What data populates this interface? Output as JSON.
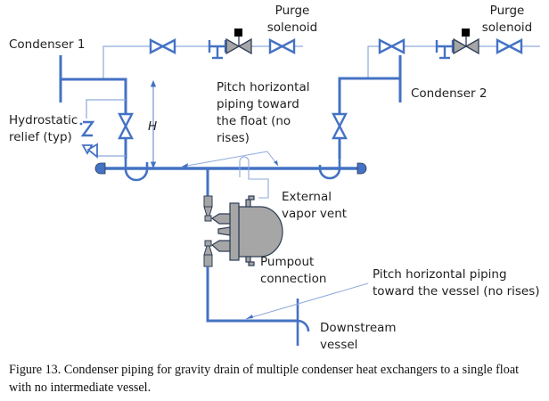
{
  "figure": {
    "type": "piping-schematic",
    "colors": {
      "pipe": "#4472c4",
      "thin_line": "#8eaadb",
      "vessel_fill": "#a6a6a6",
      "vessel_stroke": "#2f3d57",
      "solenoid_actuator": "#000000",
      "text": "#1f1f1f"
    },
    "labels": {
      "condenser_1": "Condenser 1",
      "condenser_2": "Condenser 2",
      "purge_solenoid_left": [
        "Purge",
        "solenoid"
      ],
      "purge_solenoid_right": [
        "Purge",
        "solenoid"
      ],
      "hydrostatic_relief": [
        "Hydrostatic",
        "relief (typ)"
      ],
      "height_marker": "H",
      "pitch_note_top": [
        "Pitch horizontal",
        "piping toward",
        "the float (no",
        "rises)"
      ],
      "external_vapor_vent": [
        "External",
        "vapor vent"
      ],
      "pumpout_connection": [
        "Pumpout",
        "connection"
      ],
      "pitch_note_bottom": [
        "Pitch horizontal piping",
        "toward the vessel (no rises)"
      ],
      "downstream_vessel": [
        "Downstream",
        "vessel"
      ]
    },
    "components": [
      {
        "name": "condenser-1",
        "kind": "condenser-outlet"
      },
      {
        "name": "condenser-2",
        "kind": "condenser-outlet"
      },
      {
        "name": "isolation-valve",
        "kind": "gate-valve",
        "count": 6
      },
      {
        "name": "purge-solenoid-valve",
        "kind": "solenoid-valve",
        "count": 2
      },
      {
        "name": "strainer",
        "kind": "strainer",
        "count": 2
      },
      {
        "name": "hydrostatic-relief-valve",
        "kind": "relief-valve"
      },
      {
        "name": "p-trap",
        "kind": "trap-loop",
        "count": 2
      },
      {
        "name": "header-end-cap",
        "kind": "cap",
        "count": 2
      },
      {
        "name": "high-side-float",
        "kind": "float-vessel"
      }
    ]
  },
  "caption": {
    "line1": "Figure 13. Condenser piping for gravity drain of multiple condenser heat exchangers to a single float",
    "line2": "with no intermediate vessel."
  }
}
